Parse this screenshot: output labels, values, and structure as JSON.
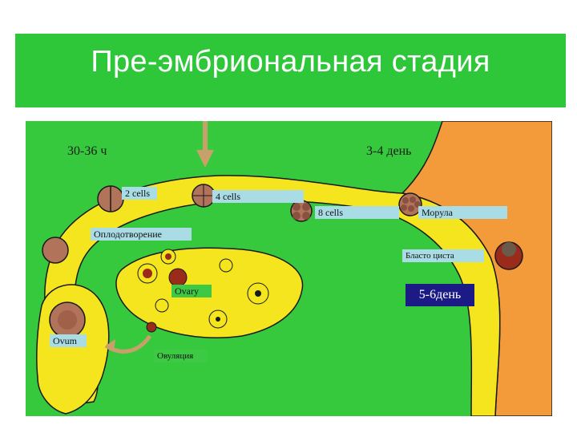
{
  "title": "Пре-эмбриональная стадия",
  "labels": {
    "hours": "30-36 ч",
    "days34": "3-4 день",
    "cells2": "2 cells",
    "cells4": "4 cells",
    "cells8": "8 cells",
    "morula": "Морула",
    "fertilization": "Оплодотворение",
    "blastocyst": "Бласто циста",
    "ovary": "Ovary",
    "days56": "5-6день",
    "ovum": "Ovum",
    "ovulation": "Овуляция"
  },
  "colors": {
    "title_bg": "#2fc73a",
    "diagram_bg": "#36c93d",
    "tube": "#f5e51f",
    "uterus": "#f39b3a",
    "cell": "#b2735b",
    "label_box": "#a9dce5",
    "day56_box": "#1c1b86"
  }
}
